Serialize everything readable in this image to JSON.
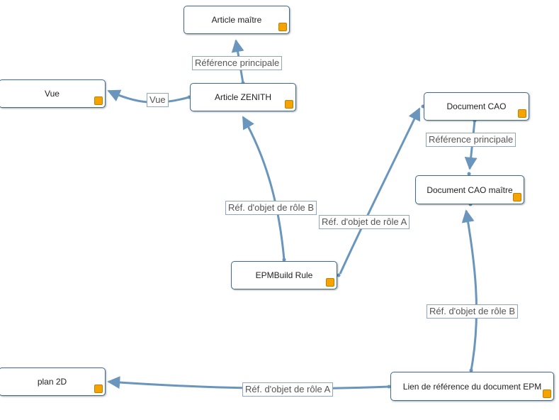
{
  "nodes": {
    "article_maitre": "Article maître",
    "vue": "Vue",
    "article_zenith": "Article ZENITH",
    "document_cao": "Document CAO",
    "document_cao_maitre": "Document CAO maître",
    "epmbuild_rule": "EPMBuild Rule",
    "plan_2d": "plan 2D",
    "lien_reference": "Lien de référence du document EPM"
  },
  "edges": {
    "zenith_to_maitre": "Référence principale",
    "zenith_to_vue": "Vue",
    "epm_to_zenith": "Réf. d'objet de rôle B",
    "epm_to_cao": "Réf. d'objet de rôle A",
    "cao_to_caomaitre": "Référence principale",
    "lien_to_caomaitre": "Réf. d'objet de rôle B",
    "lien_to_plan2d": "Réf. d'objet de rôle A"
  },
  "colors": {
    "edge": "#6a96bd",
    "badge": "#f5a300",
    "node_border": "#3f6b8f"
  }
}
